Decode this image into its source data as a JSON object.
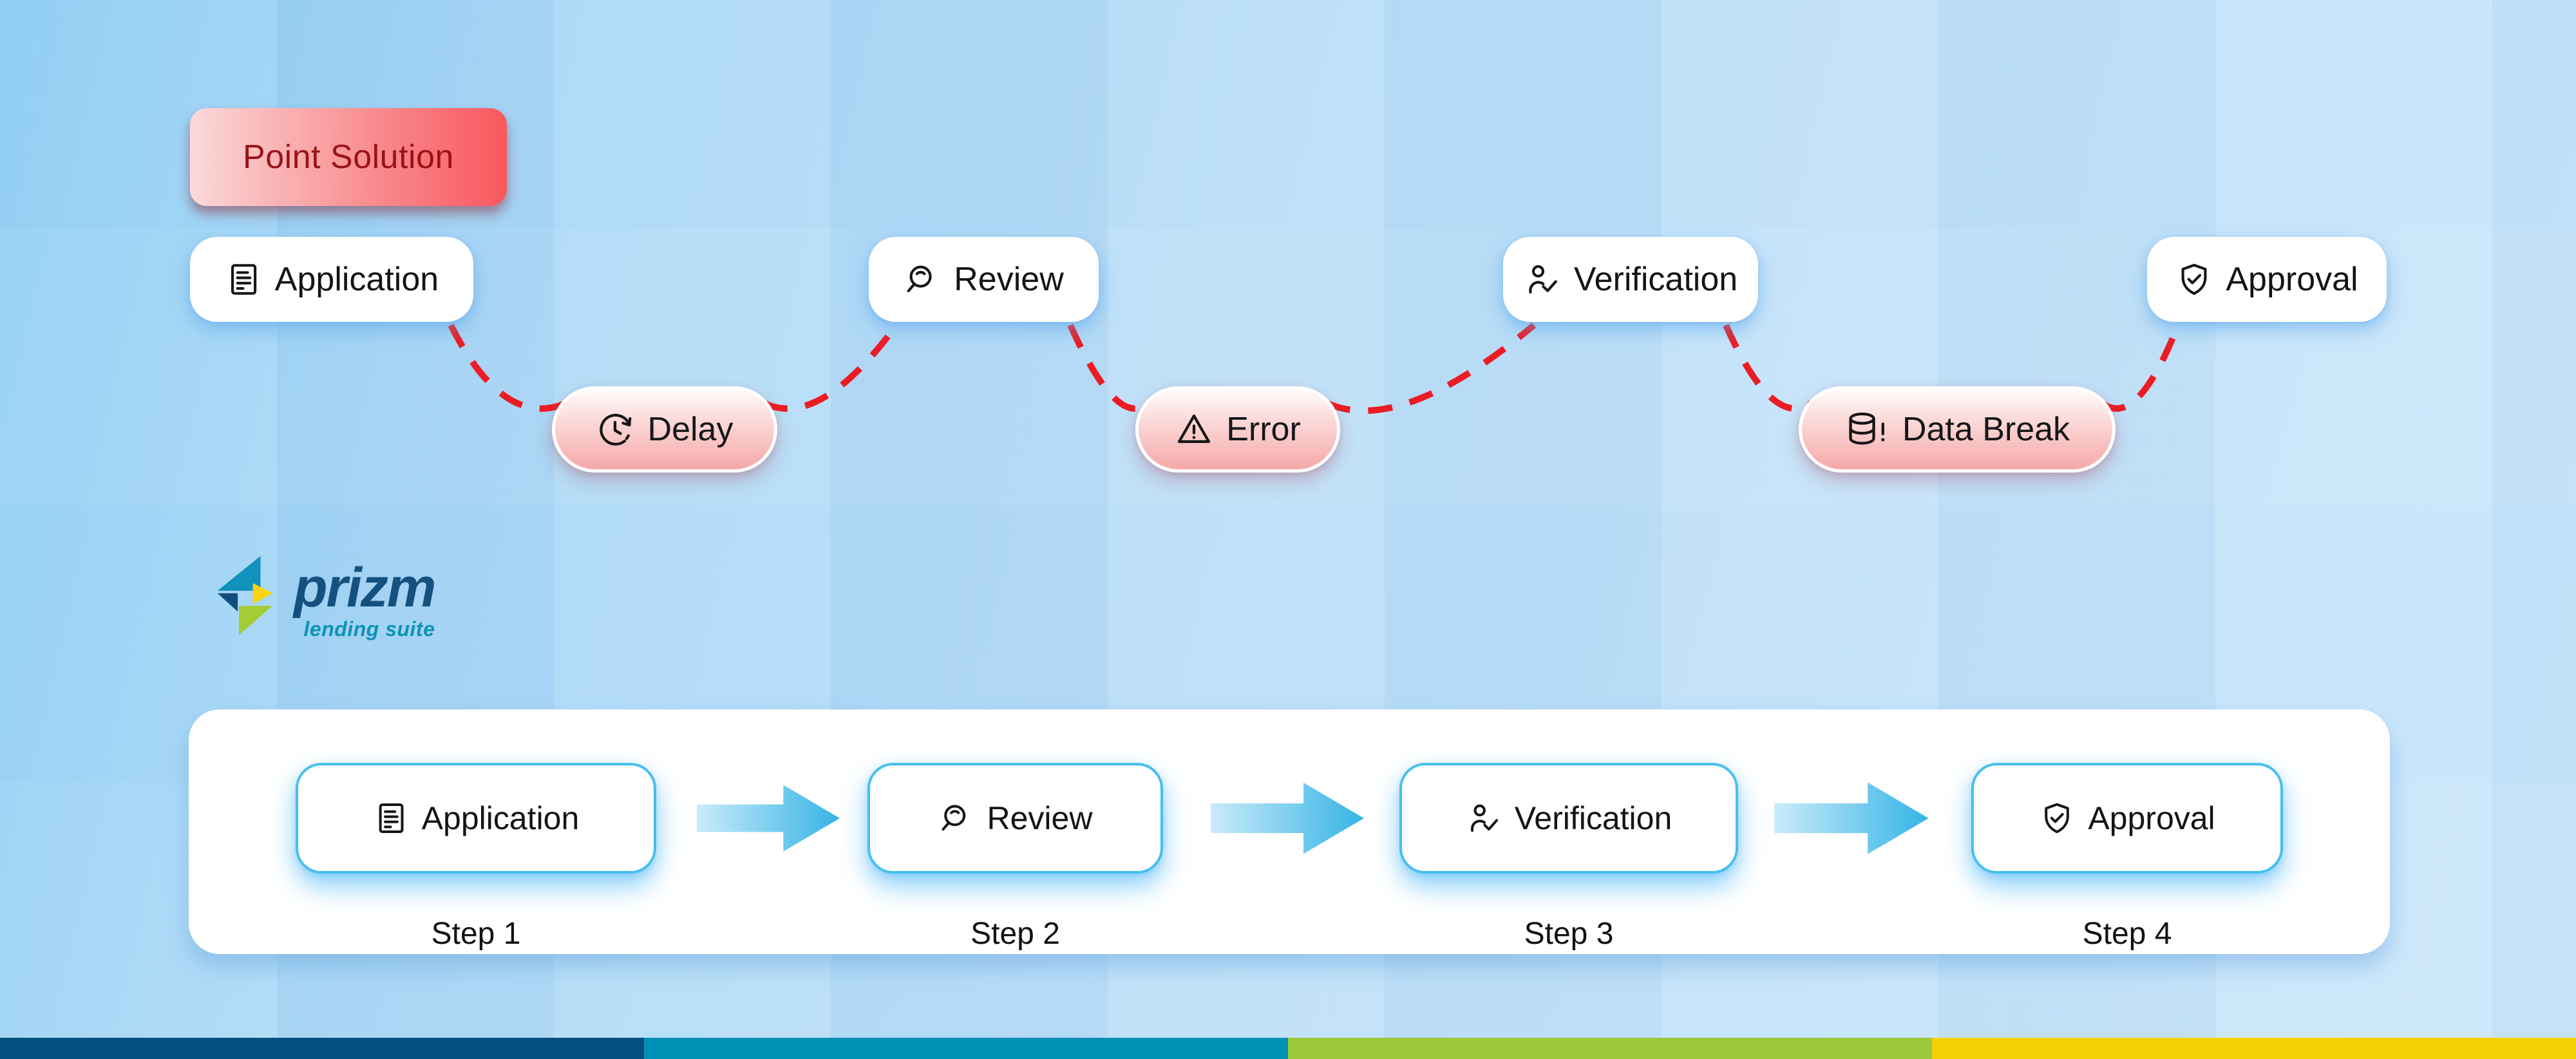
{
  "point_solution": {
    "label": "Point Solution"
  },
  "broken_flow": {
    "stages": [
      {
        "label": "Application",
        "icon": "document-icon"
      },
      {
        "label": "Review",
        "icon": "search-icon"
      },
      {
        "label": "Verification",
        "icon": "user-check-icon"
      },
      {
        "label": "Approval",
        "icon": "shield-check-icon"
      }
    ],
    "problems": [
      {
        "label": "Delay",
        "icon": "clock-history-icon"
      },
      {
        "label": "Error",
        "icon": "warning-icon"
      },
      {
        "label": "Data Break",
        "icon": "database-alert-icon"
      }
    ]
  },
  "brand": {
    "name": "prizm",
    "tagline": "lending suite"
  },
  "prizm_flow": {
    "steps": [
      {
        "label": "Application",
        "caption": "Step 1",
        "icon": "document-icon"
      },
      {
        "label": "Review",
        "caption": "Step 2",
        "icon": "search-icon"
      },
      {
        "label": "Verification",
        "caption": "Step 3",
        "icon": "user-check-icon"
      },
      {
        "label": "Approval",
        "caption": "Step 4",
        "icon": "shield-check-icon"
      }
    ]
  },
  "colors": {
    "background_blue": "#B8DDF8",
    "badge_red": "#F8575D",
    "badge_text": "#9A1216",
    "dashed_connector_red": "#EC1C24",
    "problem_pill_pink": "#F6A8A8",
    "step_border_blue": "#46BEF0",
    "arrow_blue": "#35B4E6",
    "brand_navy": "#15517E",
    "brand_teal": "#0C93B6",
    "footer_segments": [
      "#05507E",
      "#0090B5",
      "#9CC93B",
      "#F4D106"
    ]
  }
}
